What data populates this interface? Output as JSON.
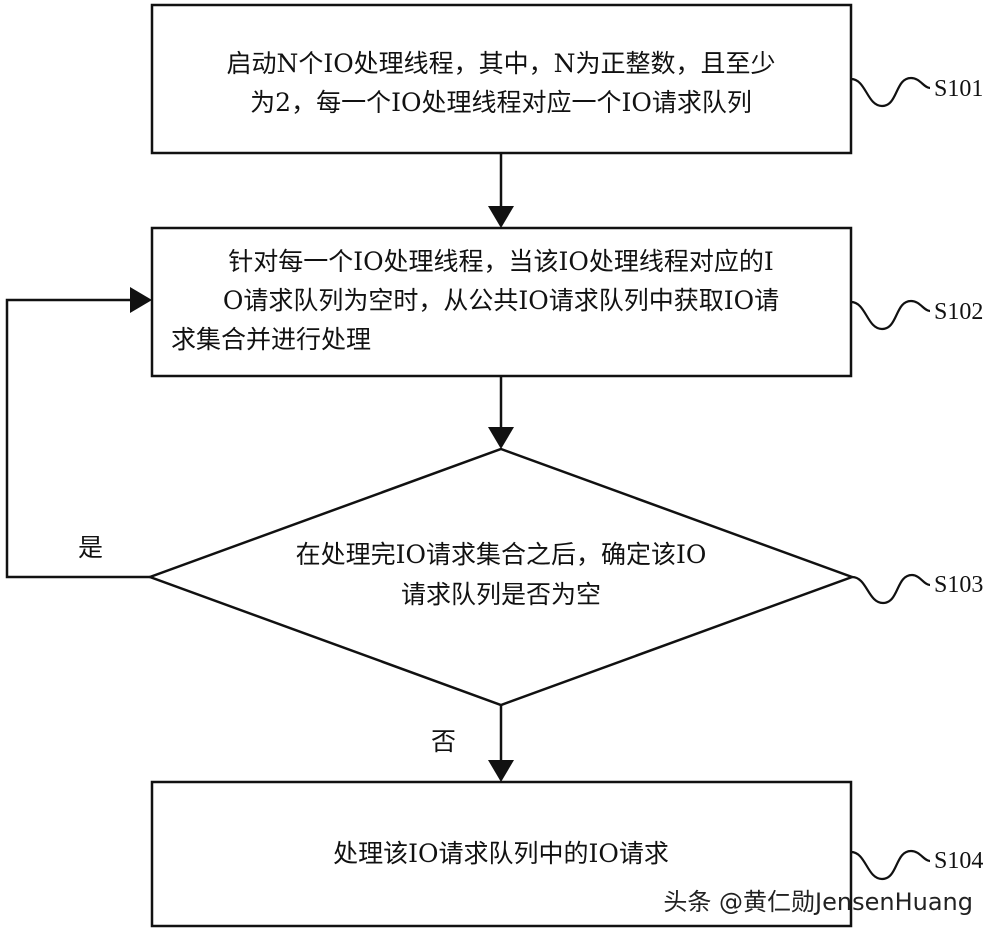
{
  "diagram": {
    "steps": [
      {
        "id": "S101",
        "label": "S101",
        "lines": [
          "启动N个IO处理线程，其中，N为正整数，且至少",
          "为2，每一个IO处理线程对应一个IO请求队列"
        ]
      },
      {
        "id": "S102",
        "label": "S102",
        "lines": [
          "针对每一个IO处理线程，当该IO处理线程对应的I",
          "O请求队列为空时，从公共IO请求队列中获取IO请",
          "求集合并进行处理"
        ]
      },
      {
        "id": "S103",
        "label": "S103",
        "lines": [
          "在处理完IO请求集合之后，确定该IO",
          "请求队列是否为空"
        ]
      },
      {
        "id": "S104",
        "label": "S104",
        "lines": [
          "处理该IO请求队列中的IO请求"
        ]
      }
    ],
    "branches": {
      "yes": "是",
      "no": "否"
    },
    "watermark": "头条 @黄仁勋JensenHuang"
  }
}
